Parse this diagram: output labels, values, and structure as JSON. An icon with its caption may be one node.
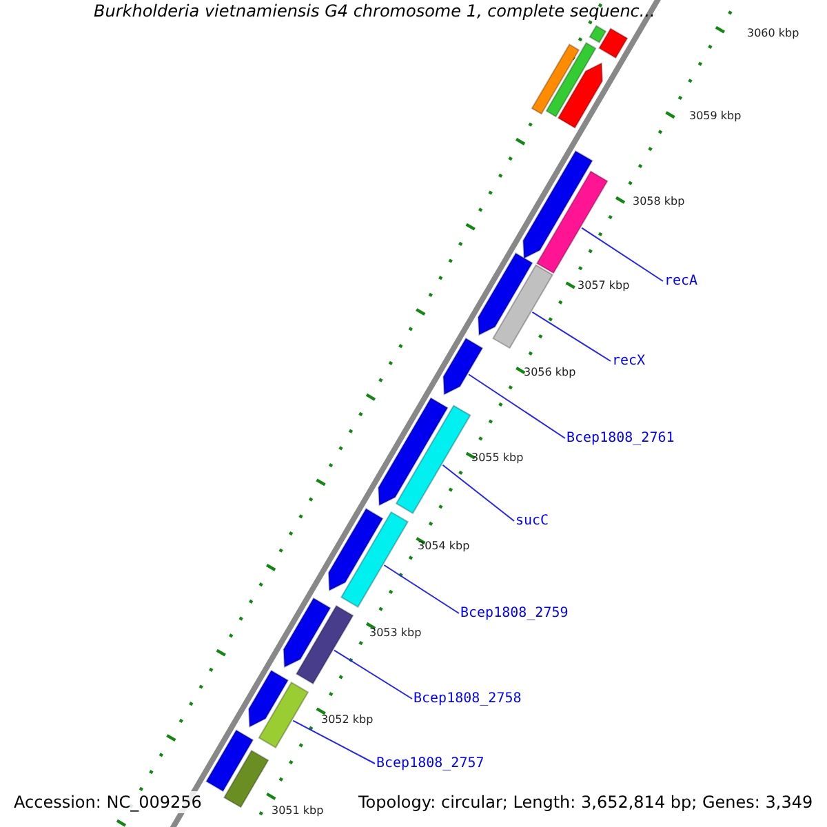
{
  "diagram": {
    "title": "Burkholderia vietnamiensis G4 chromosome 1, complete sequenc...",
    "nodes": [
      {
        "text": [
          "recA"
        ]
      },
      {
        "text": [
          "recX"
        ]
      },
      {
        "text": [
          "Bcep1808_2761"
        ]
      },
      {
        "text": [
          "sucC"
        ]
      },
      {
        "text": [
          "Bcep1808_2759"
        ]
      },
      {
        "text": [
          "Bcep1808_2758"
        ]
      },
      {
        "text": [
          "Bcep1808_2757"
        ]
      },
      {
        "text": [],
        "shape": "bar"
      },
      {
        "text": [],
        "shape": "bar"
      },
      {
        "text": [],
        "shape": "pentagon"
      },
      {
        "text": [],
        "shape": "bar"
      },
      {
        "text": [],
        "shape": "bar"
      },
      {
        "text": [],
        "shape": "pentagon"
      },
      {
        "text": [],
        "shape": "bar"
      },
      {
        "text": [],
        "shape": "pentagon"
      },
      {
        "text": [],
        "shape": "bar"
      },
      {
        "text": [],
        "shape": "pentagon"
      },
      {
        "text": [],
        "shape": "pentagon"
      },
      {
        "text": [],
        "shape": "bar"
      },
      {
        "text": [],
        "shape": "pentagon"
      },
      {
        "text": [],
        "shape": "bar"
      },
      {
        "text": [],
        "shape": "pentagon"
      },
      {
        "text": [],
        "shape": "bar"
      },
      {
        "text": [],
        "shape": "pentagon"
      },
      {
        "text": [],
        "shape": "bar"
      },
      {
        "text": [],
        "shape": "bar"
      },
      {
        "text": [],
        "shape": "bar"
      }
    ],
    "edges": [
      {
        "from": 0,
        "to": 13,
        "arrow": "none"
      },
      {
        "from": 1,
        "to": 15,
        "arrow": "none"
      },
      {
        "from": 2,
        "to": 16,
        "arrow": "none"
      },
      {
        "from": 3,
        "to": 18,
        "arrow": "none"
      },
      {
        "from": 4,
        "to": 20,
        "arrow": "none"
      },
      {
        "from": 5,
        "to": 22,
        "arrow": "none"
      },
      {
        "from": 6,
        "to": 24,
        "arrow": "none"
      }
    ],
    "labels": [
      "3060 kbp",
      "3059 kbp",
      "3058 kbp",
      "3057 kbp",
      "3056 kbp",
      "3055 kbp",
      "3054 kbp",
      "3053 kbp",
      "3052 kbp",
      "3051 kbp",
      "Accession: NC_009256",
      "Topology: circular; Length: 3,652,814 bp; Genes: 3,349"
    ]
  }
}
